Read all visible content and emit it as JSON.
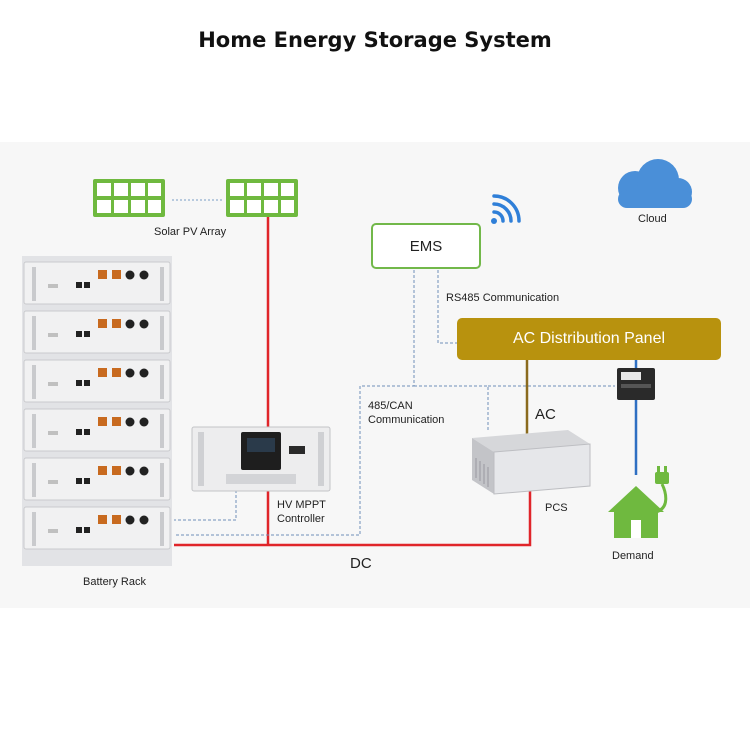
{
  "title": "Home Energy Storage System",
  "labels": {
    "solar": "Solar PV Array",
    "cloud": "Cloud",
    "ems": "EMS",
    "rs485": "RS485 Communication",
    "ac_panel": "AC Distribution Panel",
    "can": "485/CAN\nCommunication",
    "ac": "AC",
    "mppt": "HV MPPT\nController",
    "pcs": "PCS",
    "demand": "Demand",
    "battery": "Battery Rack",
    "dc": "DC"
  },
  "colors": {
    "green": "#6fb93f",
    "gold": "#b8920e",
    "red": "#e0252a",
    "blue_dashed": "#6f8fb8",
    "blue_line": "#2e6fc2",
    "cloud": "#4a8fd8",
    "wifi": "#2f7fd8",
    "brown": "#8a6a1e"
  },
  "icons": {
    "solar": "solar-panel-icon",
    "cloud": "cloud-icon",
    "wifi": "wifi-icon",
    "house": "house-plug-icon",
    "meter": "power-meter-icon",
    "battery": "battery-module-icon",
    "mppt": "mppt-controller-icon",
    "pcs": "pcs-inverter-icon"
  }
}
